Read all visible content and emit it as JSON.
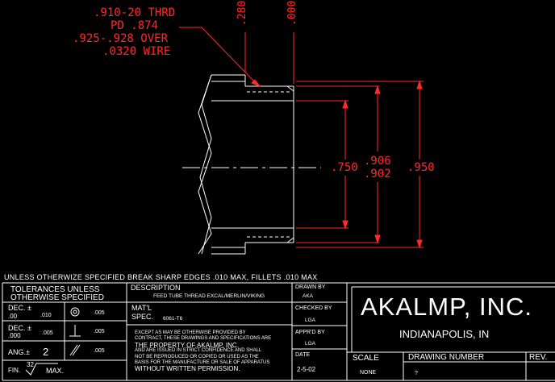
{
  "drawing": {
    "callout": [
      ".910-20 THRD",
      "PD .874",
      ".925-.928 OVER",
      ".0320 WIRE"
    ],
    "top_dims": [
      ".280",
      ".000"
    ],
    "dims": {
      "d750": ".750",
      "d906": ".906",
      "d902": ".902",
      "d950": ".950"
    }
  },
  "title_block": {
    "note": "UNLESS OTHERWIZE SPECIFIED BREAK SHARP EDGES .010 MAX, FILLETS .010 MAX",
    "tolerances": {
      "header1": "TOLERANCES UNLESS",
      "header2": "OTHERWISE SPECIFIED",
      "dec2_label": "DEC. ±",
      "dec2_sub": ".00",
      "dec2_val": ".010",
      "dec3_label": "DEC. ±",
      "dec3_sub": ".000",
      "dec3_val": ".005",
      "ang_label": "ANG.±",
      "ang_val": "2",
      "fin_label": "FIN.",
      "fin_val": "32",
      "fin_max": "MAX.",
      "gdt1_val": ".005",
      "gdt2_val": ".005",
      "gdt3_val": ".005"
    },
    "description_label": "DESCRIPTION",
    "description": "FEED TUBE THREAD EXCAL/MERLIN/VIKING",
    "mat_label": "MAT'L",
    "spec_label": "SPEC.",
    "mat_value": "6061-T6",
    "disclaimer": [
      "EXCEPT AS MAY BE OTHERWISE PROVIDED BY",
      "CONTRACT, THESE DRAWINGS AND SPECIFICATIONS ARE",
      "THE PROPERTY OF AKALMP, INC.",
      "AND ARE ISSUED IN STRICT CONFIDENCE AND SHALL",
      "NOT BE REPRODUCED OR COPIED OR USED AS THE",
      "BASIS FOR THE MANUFACTURE OR SALE OF APPARATUS",
      "WITHOUT WRITTEN PERMISSION."
    ],
    "drawn_by_label": "DRAWN BY",
    "drawn_by": "AKA",
    "checked_by_label": "CHECKED BY",
    "checked_by": "LGA",
    "approved_label": "APPR'D BY",
    "approved_by": "LGA",
    "date_label": "DATE",
    "date": "2-5-02",
    "company": "AKALMP, INC.",
    "location": "INDIANAPOLIS, IN",
    "scale_label": "SCALE",
    "scale": "NONE",
    "drawing_number_label": "DRAWING NUMBER",
    "drawing_number": "?",
    "rev_label": "REV."
  }
}
